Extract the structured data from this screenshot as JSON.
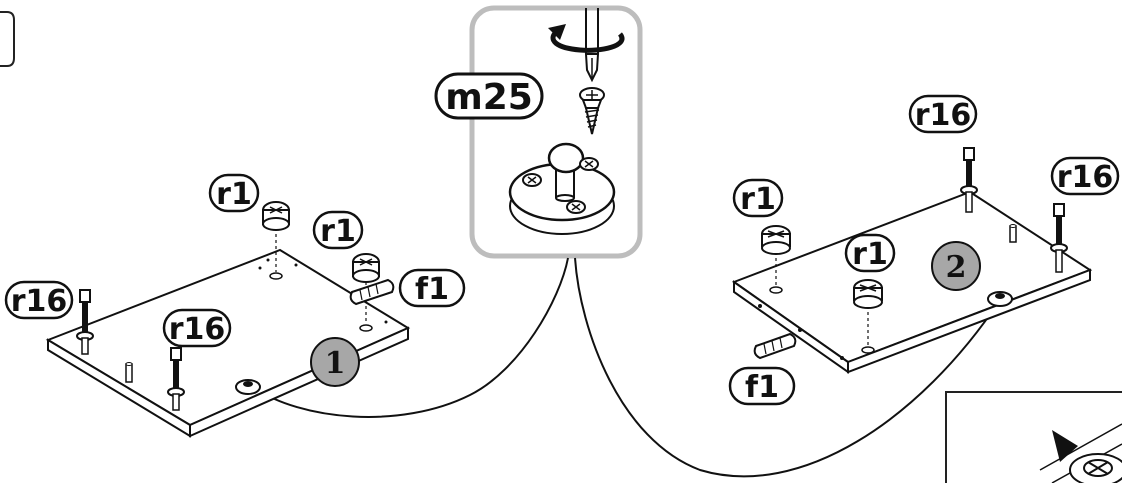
{
  "callout": {
    "part_label": "m25"
  },
  "step_numbers": [
    "1",
    "2"
  ],
  "panel1_labels": {
    "cam_top": "r1",
    "cam_right": "r1",
    "dowel": "f1",
    "bolt_left": "r16",
    "bolt_front": "r16"
  },
  "panel2_labels": {
    "cam_left": "r1",
    "cam_mid": "r1",
    "dowel": "f1",
    "bolt_back": "r16",
    "bolt_right": "r16"
  },
  "colors": {
    "line": "#111111",
    "callout_border": "#bdbdbd",
    "step_badge": "#a7a7a7",
    "panel_fill": "#ffffff"
  }
}
